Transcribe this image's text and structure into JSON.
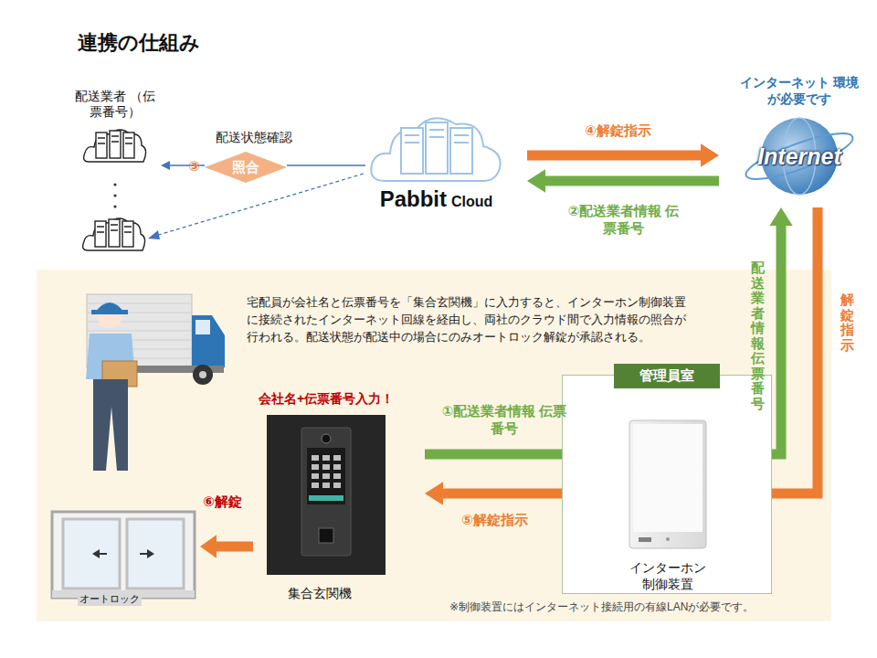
{
  "diagram": {
    "title": "連携の仕組み",
    "nodes": [
      {
        "text": [
          "配送業者 （伝票番号）"
        ]
      },
      {
        "text": [
          "照合"
        ]
      },
      {
        "text": [
          "Pabbit",
          "Cloud"
        ]
      },
      {
        "text": [
          "インターネット 環境が必要です",
          "Internet"
        ]
      },
      {
        "text": [
          "管理員室"
        ]
      },
      {
        "text": [
          "インターホン 制御装置"
        ],
        "in": 4
      },
      {
        "text": [
          "会社名+伝票番号入力！",
          "集合玄関機"
        ]
      },
      {
        "text": [
          "オートロック"
        ]
      }
    ],
    "edges": [
      {
        "from": 2,
        "to": 1,
        "label": "配送状態確認",
        "arrow": "none"
      },
      {
        "from": 1,
        "to": 0,
        "arrow": "to"
      },
      {
        "from": 2,
        "to": 3,
        "label": "④解錠指示",
        "arrow": "to"
      },
      {
        "from": 3,
        "to": 2,
        "label": "②配送業者情報 伝票番号",
        "arrow": "to"
      },
      {
        "from": 5,
        "to": 3,
        "label": "配送業者情報 伝票番号",
        "arrow": "to"
      },
      {
        "from": 3,
        "to": 5,
        "label": "解錠指示",
        "arrow": "to"
      },
      {
        "from": 6,
        "to": 5,
        "label": "①配送業者情報 伝票番号",
        "arrow": "to"
      },
      {
        "from": 5,
        "to": 6,
        "label": "⑤解錠指示",
        "arrow": "to"
      },
      {
        "from": 6,
        "to": 7,
        "label": "⑥解錠",
        "arrow": "to"
      }
    ],
    "labels": [
      "③",
      "宅配員が会社名と伝票番号を「集合玄関機」に入力すると、インターホン制御装置に接続されたインターネット回線を経由し、両社のクラウド間で入力情報の照合が行われる。配送状態が配送中の場合にのみオートロック解錠が承認される。",
      "※制御装置にはインターネット接続用の有線LANが必要です。"
    ]
  }
}
